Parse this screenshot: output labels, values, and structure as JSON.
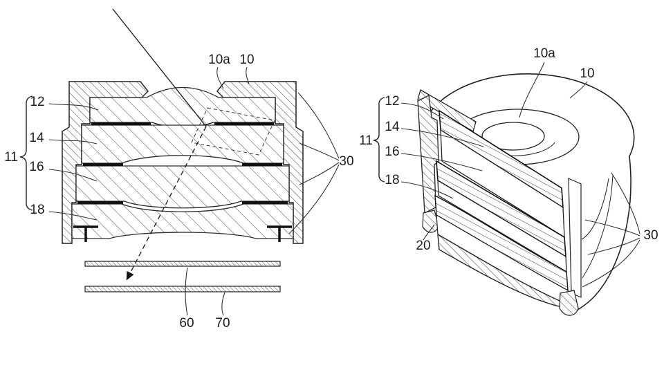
{
  "meta": {
    "background": "#ffffff",
    "ink": "#222222",
    "hatch_color": "#4a4a4a",
    "spacer_color": "#111111"
  },
  "fig_left": {
    "view": "cross-section",
    "labels": {
      "group": "11",
      "lens_first": "12",
      "lens_second": "14",
      "lens_third": "16",
      "lens_fourth": "18",
      "opening": "10a",
      "barrel": "10",
      "bond": "30",
      "filter": "60",
      "sensor": "70"
    }
  },
  "fig_right": {
    "view": "perspective-cutaway",
    "labels": {
      "group": "11",
      "lens_first": "12",
      "lens_second": "14",
      "lens_third": "16",
      "lens_fourth": "18",
      "opening": "10a",
      "barrel": "10",
      "foot": "20",
      "bond": "30"
    }
  }
}
